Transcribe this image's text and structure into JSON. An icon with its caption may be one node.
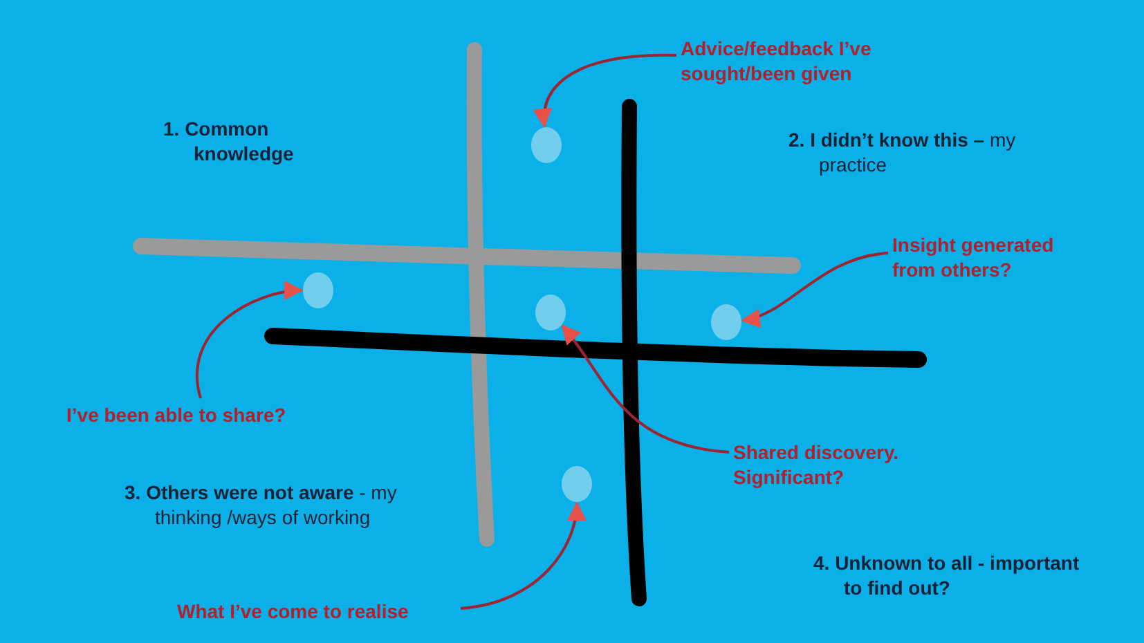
{
  "diagram": {
    "nodes": [
      {
        "text": [
          "Advice/feedback I’ve sought/been given"
        ]
      },
      {
        "text": [],
        "shape": "circle"
      },
      {
        "text": [
          "Insight generated from others?"
        ]
      },
      {
        "text": [],
        "shape": "circle"
      },
      {
        "text": [],
        "shape": "circle"
      },
      {
        "text": [],
        "shape": "circle"
      },
      {
        "text": [
          "I’ve been able to share?"
        ]
      },
      {
        "text": [
          "Shared discovery. Significant?"
        ]
      },
      {
        "text": [],
        "shape": "circle"
      },
      {
        "text": [
          "What I’ve come to realise"
        ]
      }
    ],
    "edges": [
      {
        "from": 0,
        "to": 1,
        "arrow": "to"
      },
      {
        "from": 2,
        "to": 5,
        "arrow": "to"
      },
      {
        "from": 6,
        "to": 3,
        "arrow": "to"
      },
      {
        "from": 7,
        "to": 4,
        "arrow": "to"
      },
      {
        "from": 9,
        "to": 8,
        "arrow": "to"
      }
    ],
    "labels": [
      "1. Common knowledge",
      "**2. I didn’t know this –** my practice",
      "**3. Others were not aware** - my thinking /ways of working",
      "4. Unknown to all - important to find out?"
    ]
  }
}
